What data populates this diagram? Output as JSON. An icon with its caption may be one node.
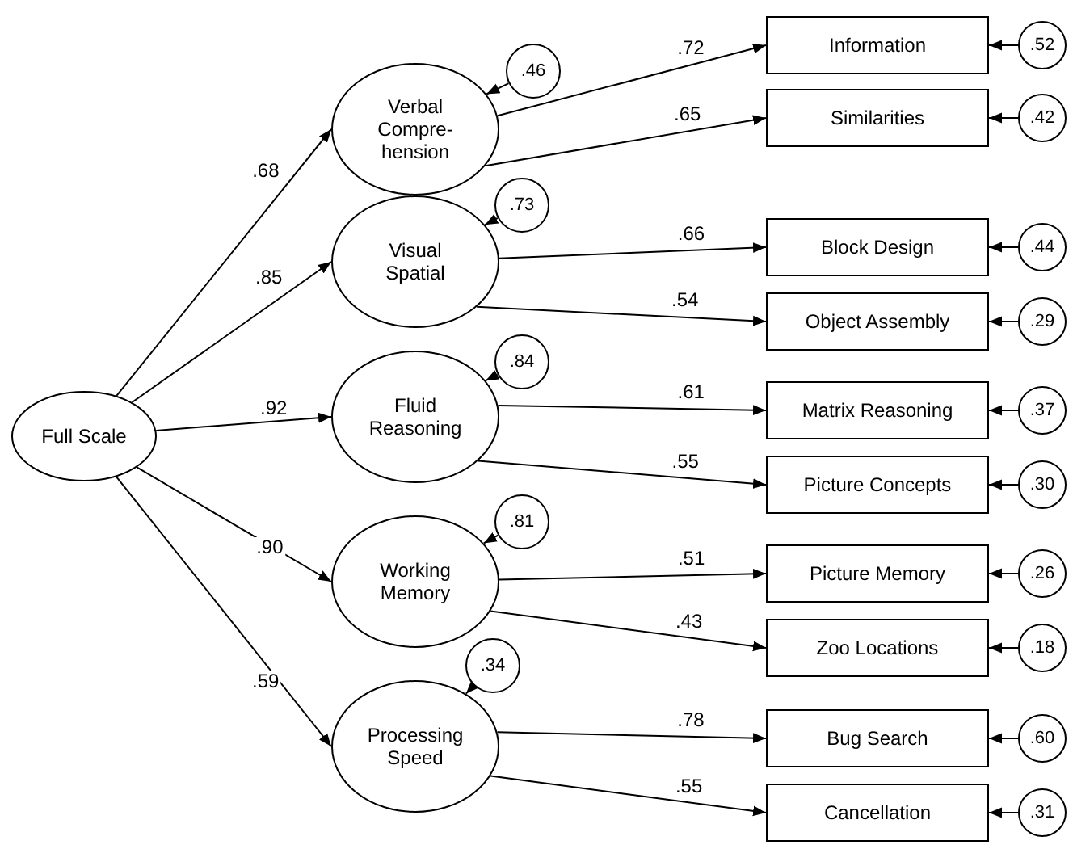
{
  "diagram": {
    "nodes": [
      {
        "text": [
          "Full Scale"
        ]
      },
      {
        "text": [
          "Verbal Compre- hension"
        ]
      },
      {
        "text": [
          "Visual Spatial"
        ]
      },
      {
        "text": [
          "Fluid Reasoning"
        ]
      },
      {
        "text": [
          "Working Memory"
        ]
      },
      {
        "text": [
          "Processing Speed"
        ]
      },
      {
        "text": [
          ".46"
        ]
      },
      {
        "text": [
          ".73"
        ]
      },
      {
        "text": [
          ".84"
        ]
      },
      {
        "text": [
          ".81"
        ]
      },
      {
        "text": [
          ".34"
        ]
      },
      {
        "text": [
          "Information"
        ]
      },
      {
        "text": [
          "Similarities"
        ]
      },
      {
        "text": [
          "Block Design"
        ]
      },
      {
        "text": [
          "Object Assembly"
        ]
      },
      {
        "text": [
          "Matrix Reasoning"
        ]
      },
      {
        "text": [
          "Picture Concepts"
        ]
      },
      {
        "text": [
          "Picture Memory"
        ]
      },
      {
        "text": [
          "Zoo Locations"
        ]
      },
      {
        "text": [
          "Bug Search"
        ]
      },
      {
        "text": [
          "Cancellation"
        ]
      },
      {
        "text": [
          ".52"
        ]
      },
      {
        "text": [
          ".42"
        ]
      },
      {
        "text": [
          ".44"
        ]
      },
      {
        "text": [
          ".29"
        ]
      },
      {
        "text": [
          ".37"
        ]
      },
      {
        "text": [
          ".30"
        ]
      },
      {
        "text": [
          ".26"
        ]
      },
      {
        "text": [
          ".18"
        ]
      },
      {
        "text": [
          ".60"
        ]
      },
      {
        "text": [
          ".31"
        ]
      }
    ],
    "edges": [
      {
        "from": 0,
        "to": 1,
        "arrow": "to",
        "label": ".68"
      },
      {
        "from": 0,
        "to": 2,
        "arrow": "to",
        "label": ".85"
      },
      {
        "from": 0,
        "to": 3,
        "arrow": "to",
        "label": ".92"
      },
      {
        "from": 0,
        "to": 4,
        "arrow": "to",
        "label": ".90"
      },
      {
        "from": 0,
        "to": 5,
        "arrow": "to",
        "label": ".59"
      },
      {
        "from": 6,
        "to": 1,
        "arrow": "to"
      },
      {
        "from": 7,
        "to": 2,
        "arrow": "to"
      },
      {
        "from": 8,
        "to": 3,
        "arrow": "to"
      },
      {
        "from": 9,
        "to": 4,
        "arrow": "to"
      },
      {
        "from": 10,
        "to": 5,
        "arrow": "to"
      },
      {
        "from": 1,
        "to": 11,
        "arrow": "to",
        "label": ".72"
      },
      {
        "from": 1,
        "to": 12,
        "arrow": "to",
        "label": ".65"
      },
      {
        "from": 2,
        "to": 13,
        "arrow": "to",
        "label": ".66"
      },
      {
        "from": 2,
        "to": 14,
        "arrow": "to",
        "label": ".54"
      },
      {
        "from": 3,
        "to": 15,
        "arrow": "to",
        "label": ".61"
      },
      {
        "from": 3,
        "to": 16,
        "arrow": "to",
        "label": ".55"
      },
      {
        "from": 4,
        "to": 17,
        "arrow": "to",
        "label": ".51"
      },
      {
        "from": 4,
        "to": 18,
        "arrow": "to",
        "label": ".43"
      },
      {
        "from": 5,
        "to": 19,
        "arrow": "to",
        "label": ".78"
      },
      {
        "from": 5,
        "to": 20,
        "arrow": "to",
        "label": ".55"
      },
      {
        "from": 21,
        "to": 11,
        "arrow": "to"
      },
      {
        "from": 22,
        "to": 12,
        "arrow": "to"
      },
      {
        "from": 23,
        "to": 13,
        "arrow": "to"
      },
      {
        "from": 24,
        "to": 14,
        "arrow": "to"
      },
      {
        "from": 25,
        "to": 15,
        "arrow": "to"
      },
      {
        "from": 26,
        "to": 16,
        "arrow": "to"
      },
      {
        "from": 27,
        "to": 17,
        "arrow": "to"
      },
      {
        "from": 28,
        "to": 18,
        "arrow": "to"
      },
      {
        "from": 29,
        "to": 19,
        "arrow": "to"
      },
      {
        "from": 30,
        "to": 20,
        "arrow": "to"
      }
    ]
  }
}
